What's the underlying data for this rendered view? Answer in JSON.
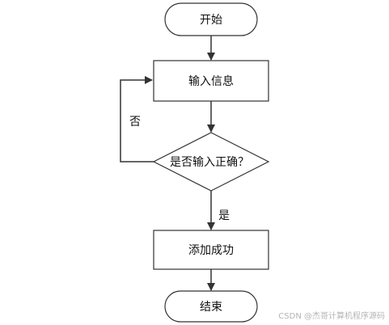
{
  "flowchart": {
    "start": "开始",
    "input": "输入信息",
    "decision": "是否输入正确？",
    "success": "添加成功",
    "end": "结束"
  },
  "edges": {
    "no_label": "否",
    "yes_label": "是"
  },
  "watermark": "CSDN @杰哥计算机程序源码",
  "colors": {
    "stroke": "#333333",
    "fill": "#ffffff",
    "text": "#111111"
  }
}
